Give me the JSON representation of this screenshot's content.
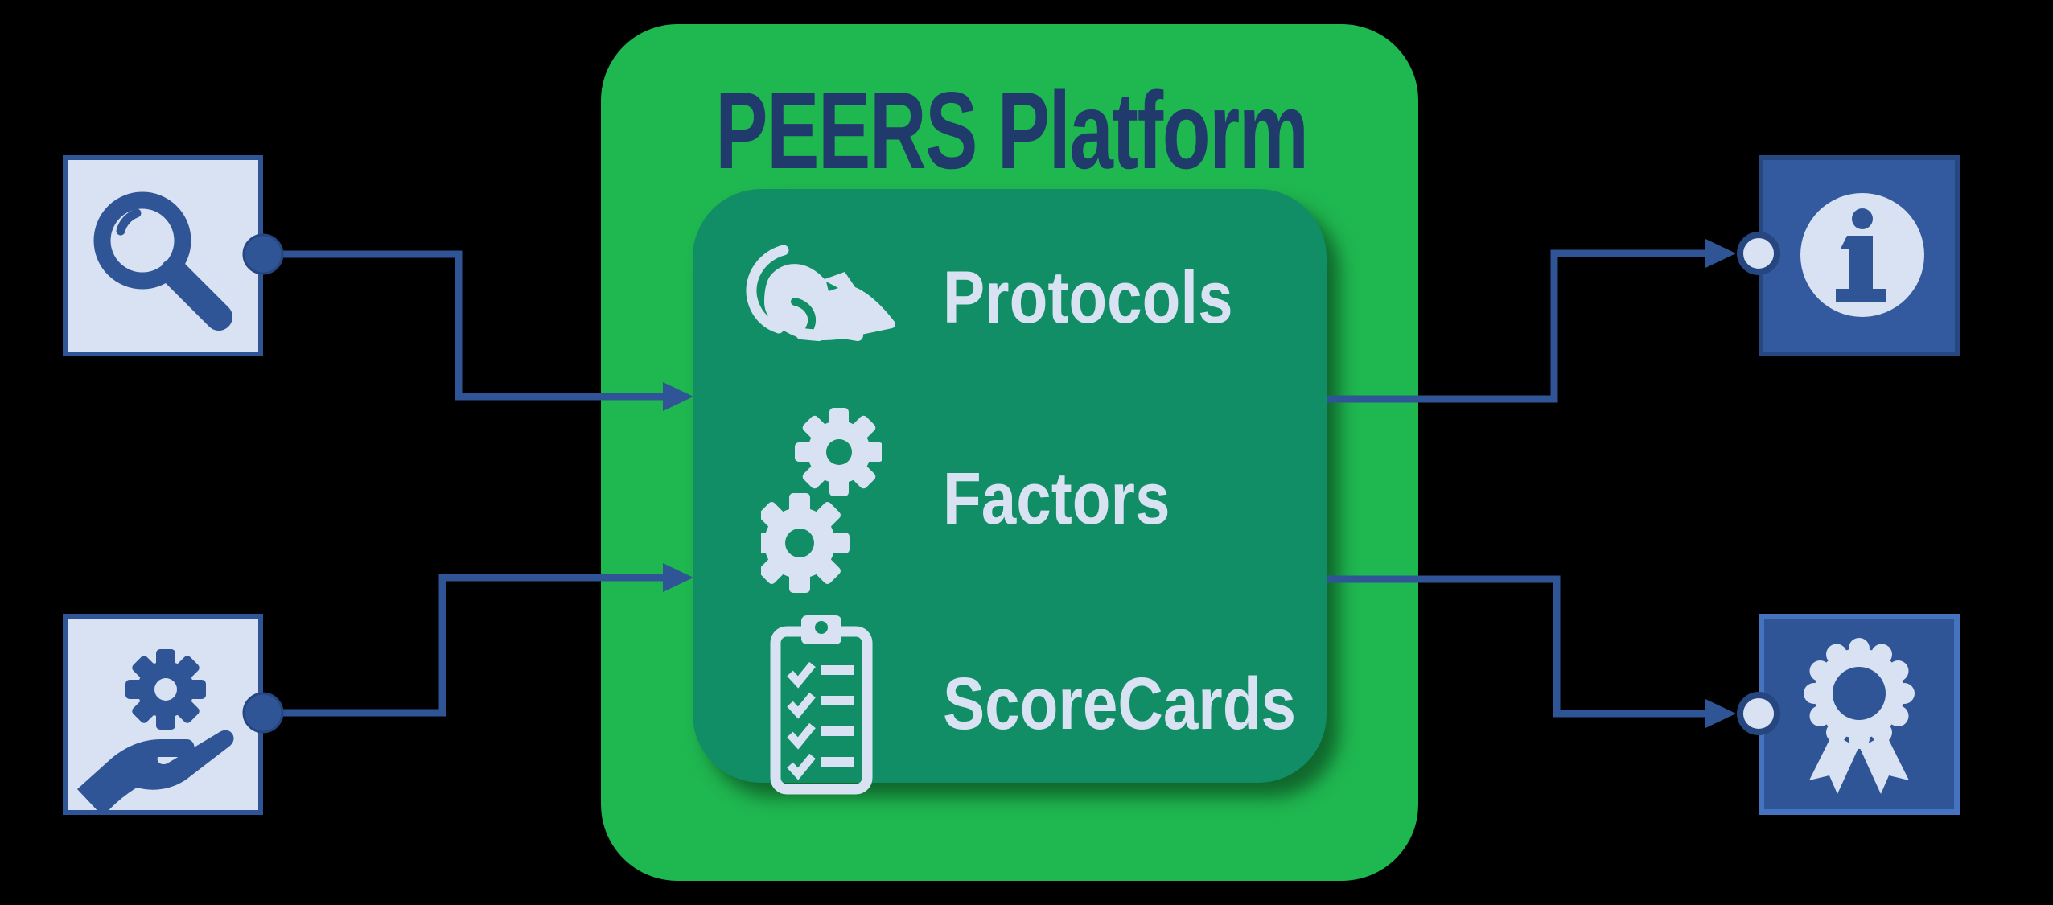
{
  "title": "PEERS Platform",
  "colors": {
    "background": "#000000",
    "outer_green": "#1FB750",
    "inner_teal": "#118E65",
    "navy_text": "#203A6B",
    "light_blue": "#D9E2F2",
    "mid_blue": "#2F5597",
    "info_box_fill": "#33599E",
    "info_box_border": "#264780",
    "award_box_border": "#4673C0"
  },
  "platform": {
    "title": "PEERS Platform",
    "modules": [
      {
        "label": "Protocols",
        "icon": "mouse-icon"
      },
      {
        "label": "Factors",
        "icon": "gears-icon"
      },
      {
        "label": "ScoreCards",
        "icon": "clipboard-checklist-icon"
      }
    ]
  },
  "inputs": [
    {
      "icon": "magnifier-icon",
      "position": "top-left"
    },
    {
      "icon": "hand-gear-icon",
      "position": "bottom-left"
    }
  ],
  "outputs": [
    {
      "icon": "info-icon",
      "position": "top-right"
    },
    {
      "icon": "award-ribbon-icon",
      "position": "bottom-right"
    }
  ],
  "connections": [
    {
      "from": "magnifier-box",
      "to": "platform"
    },
    {
      "from": "hand-gear-box",
      "to": "platform"
    },
    {
      "from": "platform",
      "to": "info-box"
    },
    {
      "from": "platform",
      "to": "award-box"
    }
  ]
}
